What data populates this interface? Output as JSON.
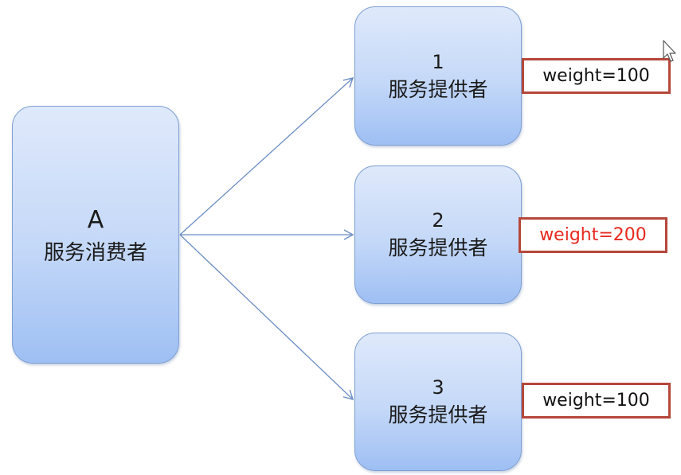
{
  "consumer": {
    "id_label": "A",
    "role_label": "服务消费者"
  },
  "providers": [
    {
      "id_label": "1",
      "role_label": "服务提供者",
      "weight_label": "weight=100",
      "weight_text_color": "#111111"
    },
    {
      "id_label": "2",
      "role_label": "服务提供者",
      "weight_label": "weight=200",
      "weight_text_color": "#e8281e"
    },
    {
      "id_label": "3",
      "role_label": "服务提供者",
      "weight_label": "weight=100",
      "weight_text_color": "#111111"
    }
  ],
  "colors": {
    "node_border": "#7f9fd2",
    "node_gradient_top": "#dfe9fb",
    "node_gradient_bottom": "#9ebff3",
    "arrow": "#6b8dc4",
    "weight_border": "#b5473a"
  },
  "icons": {
    "cursor": "mouse-cursor-icon"
  }
}
